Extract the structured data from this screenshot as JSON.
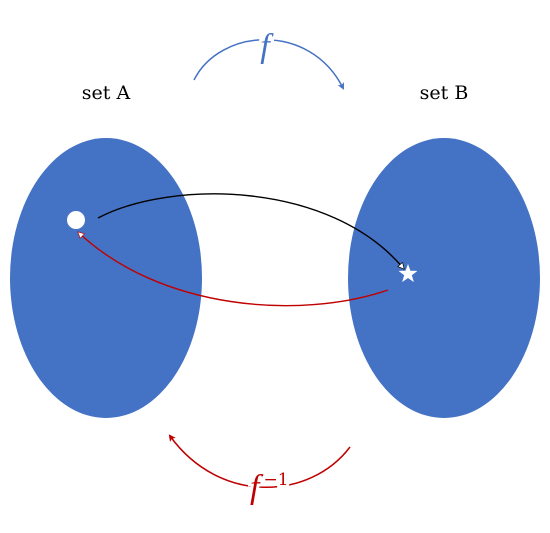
{
  "sets": {
    "a": {
      "label": "set A"
    },
    "b": {
      "label": "set B"
    }
  },
  "functions": {
    "forward": {
      "symbol": "f",
      "superscript": ""
    },
    "inverse": {
      "symbol": "f",
      "superscript": "−1"
    }
  },
  "colors": {
    "set_fill": "#4472c4",
    "forward_arrow": "#4472c4",
    "inverse_arrow": "#c00000",
    "element_arrow": "#000000",
    "element_marker": "#ffffff"
  },
  "icons": {
    "element_in_a": "circle",
    "element_in_b": "star"
  }
}
